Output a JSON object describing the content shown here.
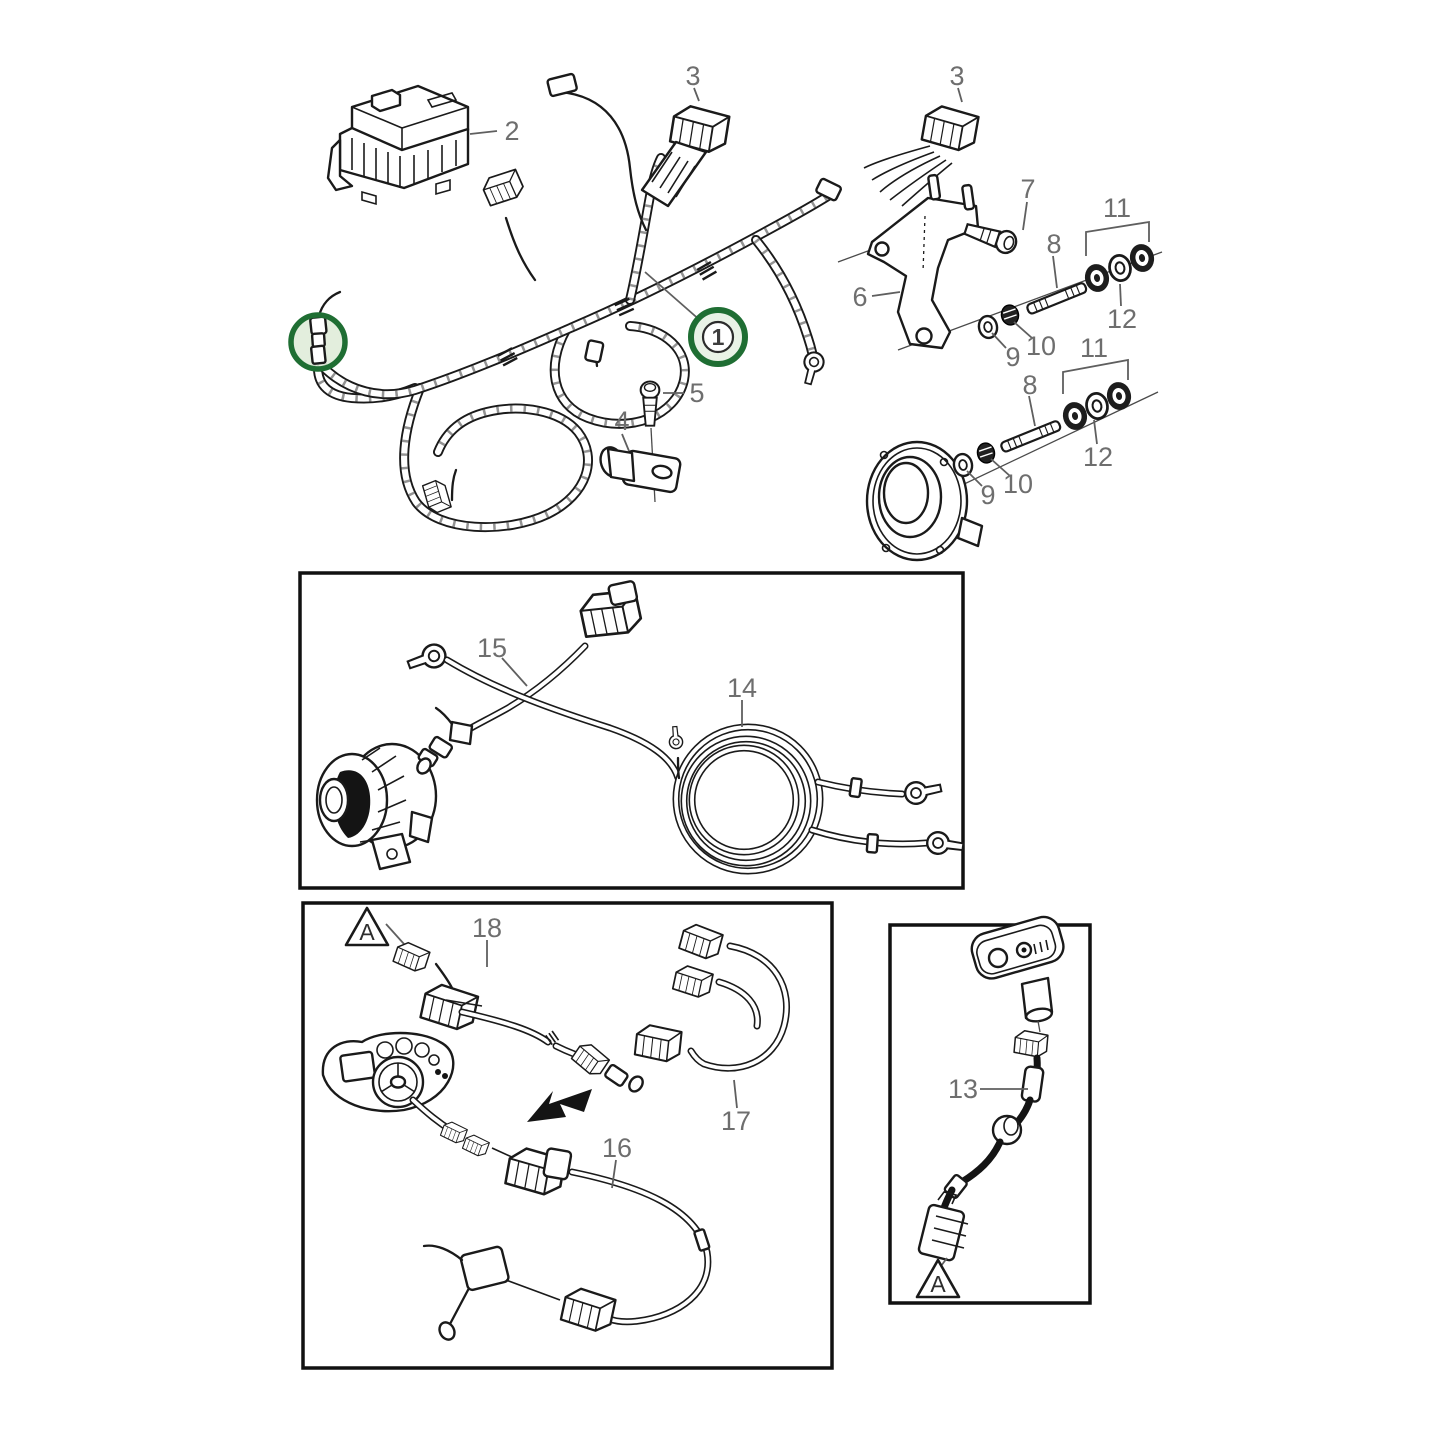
{
  "colors": {
    "background": "#ffffff",
    "line": "#1a1a1a",
    "label_gray": "#6e6e6e",
    "highlight_ring_green": "#1f6e33",
    "highlight_fill_green": "#e9f2e6"
  },
  "callouts": {
    "part1": "1",
    "part2": "2",
    "part3_top": "3",
    "part3_right": "3",
    "part4": "4",
    "part5": "5",
    "part6": "6",
    "part7": "7",
    "part8_upper": "8",
    "part8_lower": "8",
    "part9_upper": "9",
    "part9_lower": "9",
    "part10_upper": "10",
    "part10_lower": "10",
    "part11_upper": "11",
    "part11_lower": "11",
    "part12_upper": "12",
    "part12_lower": "12",
    "part13": "13",
    "part14": "14",
    "part15": "15",
    "part16": "16",
    "part17": "17",
    "part18": "18"
  },
  "warnings": {
    "helm_panel": "A",
    "key_panel": "A"
  }
}
